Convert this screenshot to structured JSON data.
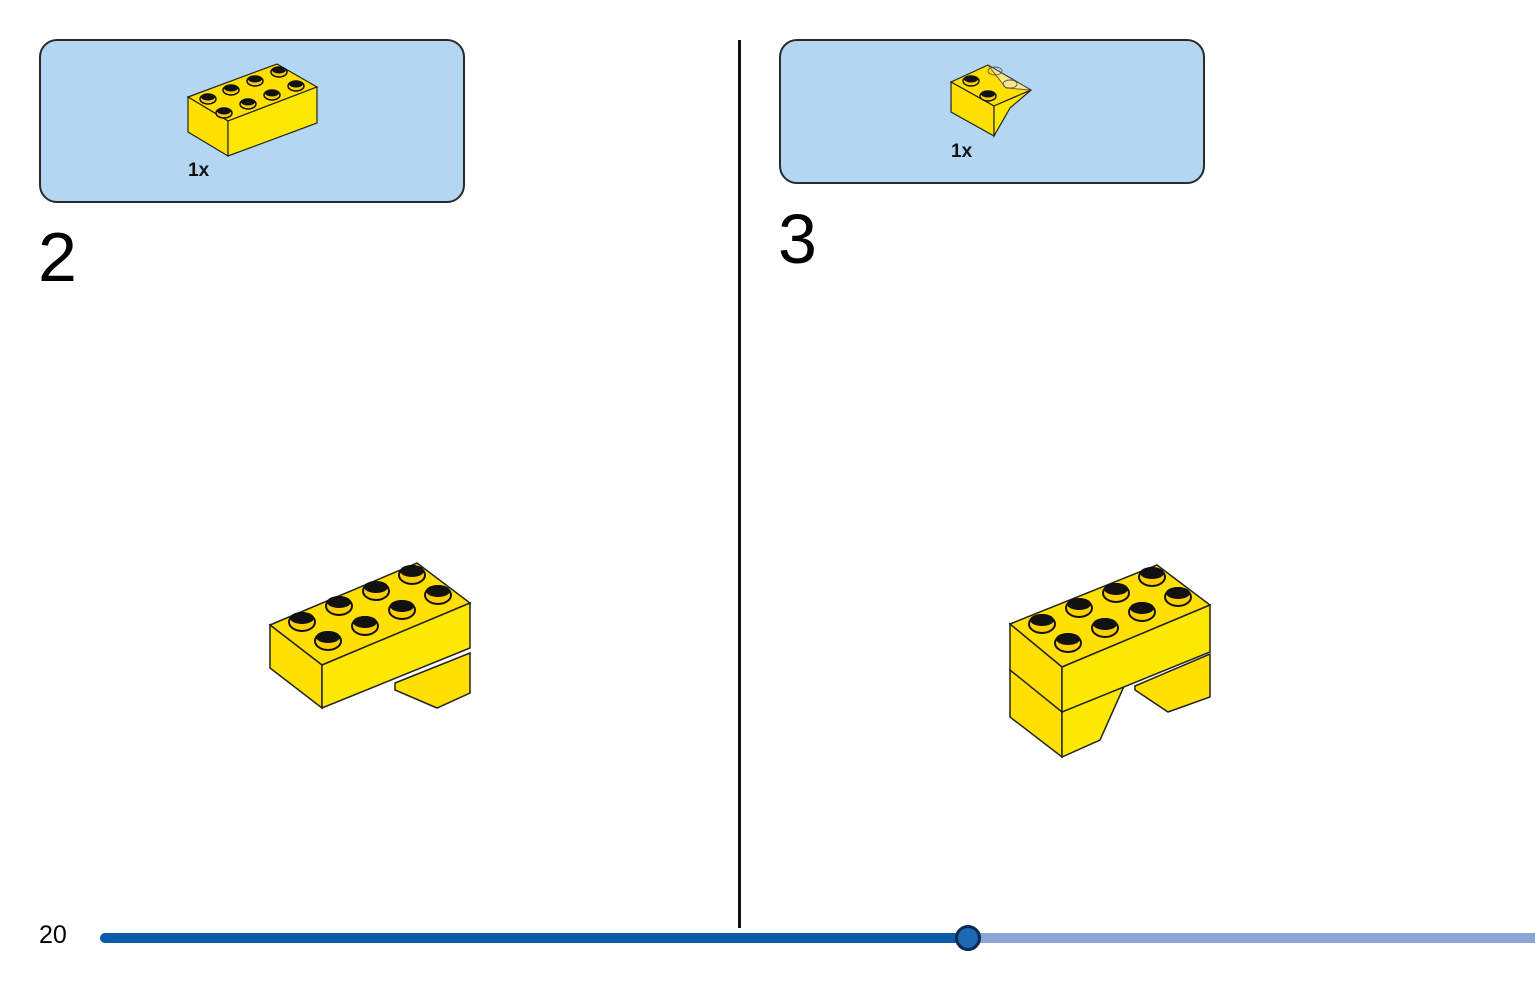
{
  "steps": [
    {
      "number": "2",
      "parts": [
        {
          "quantity": "1x",
          "icon": "brick-2x4-yellow-icon"
        }
      ],
      "model_icon": "step-2-model-icon"
    },
    {
      "number": "3",
      "parts": [
        {
          "quantity": "1x",
          "icon": "slope-brick-yellow-icon"
        }
      ],
      "model_icon": "step-3-model-icon"
    }
  ],
  "page": {
    "number": "20",
    "progress": 0.605
  },
  "colors": {
    "parts_box_bg": "#b3d7f3",
    "brick_yellow": "#ffe000",
    "brick_yellow_shade": "#f2d000",
    "progress_done": "#0c5ba8",
    "progress_remaining": "#8ba6d6"
  }
}
